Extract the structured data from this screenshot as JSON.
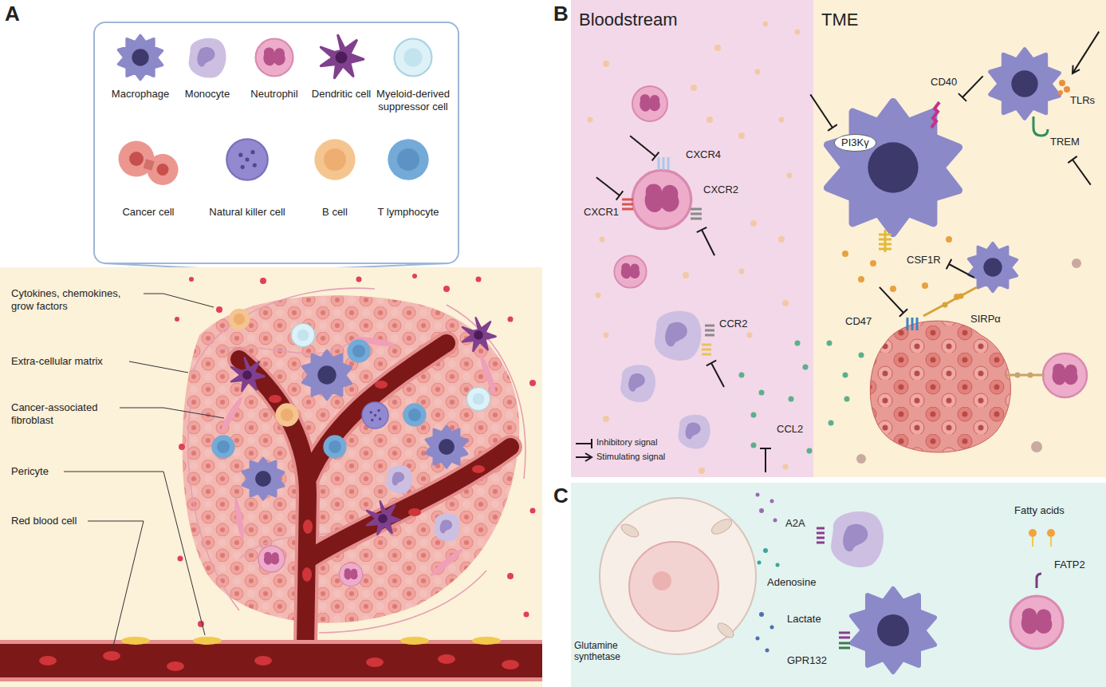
{
  "diagram": {
    "nodes": [
      {
        "text": [
          "Bloodstream"
        ]
      },
      {
        "text": [
          "TME"
        ]
      }
    ],
    "labels": [
      "A",
      "Cytokines, chemokines, grow factors",
      "Extra-cellular matrix",
      "Cancer-associated fibroblast",
      "Pericyte",
      "Red blood cell",
      "B",
      "CXCR4",
      "CXCR1",
      "CXCR2",
      "CCR2",
      "CCL2",
      "PI3Kγ",
      "CD40",
      "TLRs",
      "TREM",
      "CSF1R",
      "CD47",
      "SIRPα",
      "C",
      "Glutamine synthetase",
      "Adenosine",
      "A2A",
      "Lactate",
      "GPR132",
      "Fatty acids",
      "FATP2"
    ],
    "legend": [
      {
        "text": "Macrophage"
      },
      {
        "text": "Monocyte"
      },
      {
        "text": "Neutrophil"
      },
      {
        "text": "Dendritic cell"
      },
      {
        "text": "Myeloid-derived suppressor cell"
      },
      {
        "text": "Cancer cell"
      },
      {
        "text": "Natural killer cell"
      },
      {
        "text": "B cell"
      },
      {
        "text": "T lymphocyte"
      },
      {
        "text": "Inhibitory signal"
      },
      {
        "text": "Stimulating signal"
      }
    ]
  }
}
